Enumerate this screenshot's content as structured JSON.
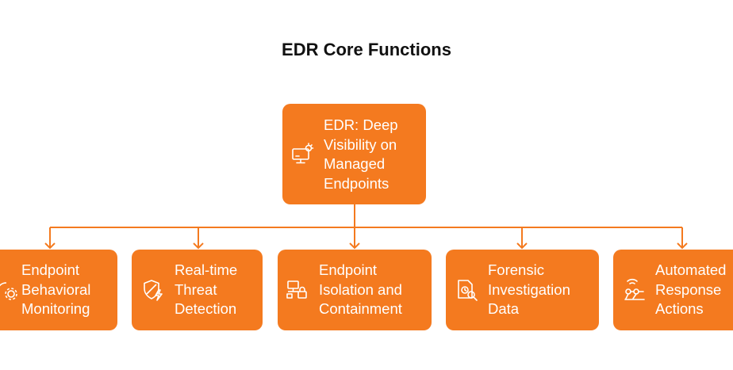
{
  "title": "EDR Core Functions",
  "root": {
    "label": "EDR: Deep\nVisibility on\nManaged\nEndpoints",
    "icon": "monitor-alert-icon"
  },
  "children": [
    {
      "label": "Endpoint\nBehavioral\nMonitoring",
      "icon": "behavior-gear-icon"
    },
    {
      "label": "Real-time\nThreat\nDetection",
      "icon": "shield-lightning-icon"
    },
    {
      "label": "Endpoint\nIsolation and\nContainment",
      "icon": "isolated-endpoint-lock-icon"
    },
    {
      "label": "Forensic\nInvestigation\nData",
      "icon": "document-search-icon"
    },
    {
      "label": "Automated\nResponse\nActions",
      "icon": "robot-arm-icon"
    }
  ],
  "colors": {
    "node": "#F47A1F",
    "line": "#F47A1F",
    "text": "#FFFFFF",
    "title": "#111111"
  }
}
